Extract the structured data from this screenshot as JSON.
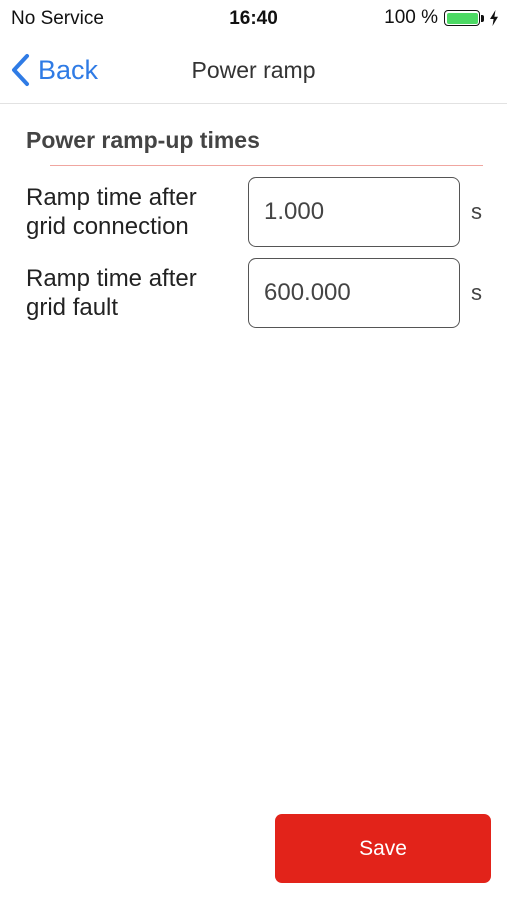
{
  "status_bar": {
    "carrier": "No Service",
    "time": "16:40",
    "battery_percent": "100 %",
    "battery_level": 1.0
  },
  "nav": {
    "back_label": "Back",
    "title": "Power ramp"
  },
  "section": {
    "title": "Power ramp-up times"
  },
  "fields": [
    {
      "label": "Ramp time after grid connection",
      "value": "1.000",
      "unit": "s"
    },
    {
      "label": "Ramp time after grid fault",
      "value": "600.000",
      "unit": "s"
    }
  ],
  "actions": {
    "save_label": "Save"
  },
  "colors": {
    "accent_blue": "#2f7be5",
    "save_red": "#e2231a",
    "battery_green": "#4cd964",
    "section_rule": "#f0a6a0"
  },
  "icons": {
    "back": "chevron-left-icon",
    "charging": "bolt-icon",
    "battery": "battery-icon"
  }
}
